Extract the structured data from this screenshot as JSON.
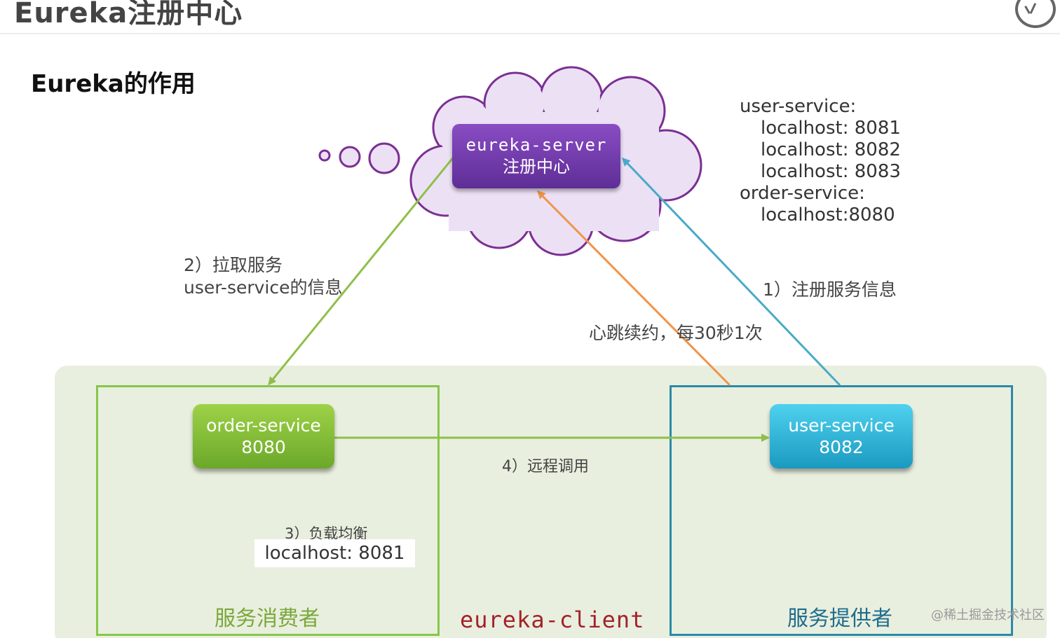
{
  "header": {
    "title": "Eureka注册中心",
    "subtitle": "Eureka的作用",
    "logo_icon": "clock-logo-icon"
  },
  "diagram": {
    "server": {
      "line1": "eureka-server",
      "line2": "注册中心",
      "color": "#6a35a6",
      "cloud_fill": "#ece0f5",
      "cloud_stroke": "#7b2f93"
    },
    "registry": {
      "service1": "user-service:",
      "service1_instances": [
        "localhost: 8081",
        "localhost: 8082",
        "localhost: 8083"
      ],
      "service2": "order-service:",
      "service2_instances": [
        "localhost:8080"
      ]
    },
    "consumer": {
      "line1": "order-service",
      "line2": "8080",
      "group_label": "服务消费者",
      "color": "#7cb83a"
    },
    "provider": {
      "line1": "user-service",
      "line2": "8082",
      "group_label": "服务提供者",
      "color": "#2aa6cc"
    },
    "client_zone_label": "eureka-client",
    "steps": {
      "register": "1）注册服务信息",
      "pull_line1": "2）拉取服务",
      "pull_line2": "user-service的信息",
      "load_balance": "3）负载均衡",
      "load_balance_value": "localhost: 8081",
      "remote_call": "4）远程调用",
      "heartbeat": "心跳续约，每30秒1次"
    },
    "arrow_colors": {
      "pull": "#8fbf4a",
      "register": "#4aaac8",
      "heartbeat": "#f0944a",
      "remote_call": "#8fbf4a"
    }
  },
  "watermark": "@稀土掘金技术社区"
}
